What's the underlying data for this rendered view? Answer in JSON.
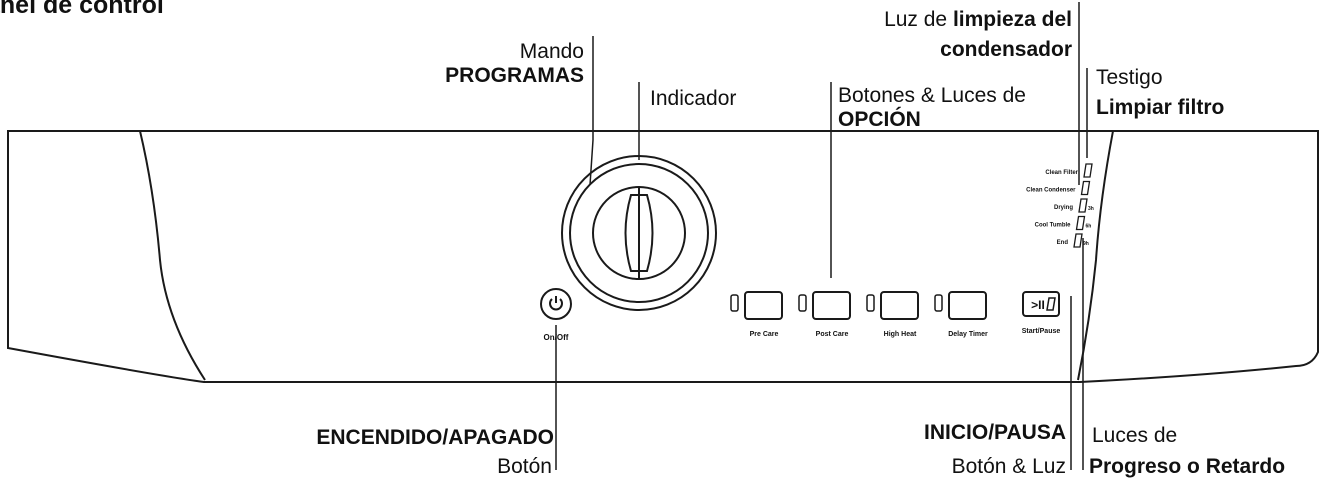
{
  "title": "anel de control",
  "callouts": {
    "mando_line1": "Mando",
    "mando_line2": "PROGRAMAS",
    "indicador": "Indicador",
    "opcion_line1": "Botones & Luces de",
    "opcion_line2": "OPCIÓN",
    "condensador_line1_prefix": "Luz de ",
    "condensador_line1_bold": "limpieza del",
    "condensador_line2": "condensador",
    "testigo_line1": "Testigo",
    "testigo_line2": "Limpiar filtro",
    "encendido_line1": "ENCENDIDO/APAGADO",
    "encendido_line2": "Botón",
    "inicio_line1": "INICIO/PAUSA",
    "inicio_line2": "Botón & Luz",
    "progreso_line1": "Luces de",
    "progreso_line2": "Progreso o Retardo"
  },
  "panel": {
    "power_label": "On/Off",
    "option_buttons": [
      "Pre Care",
      "Post Care",
      "High Heat",
      "Delay Timer"
    ],
    "start_label": "Start/Pause",
    "start_symbol": ">II",
    "status_lights": [
      {
        "label": "Clean Filter",
        "suffix": ""
      },
      {
        "label": "Clean Condenser",
        "suffix": ""
      },
      {
        "label": "Drying",
        "suffix": "3h"
      },
      {
        "label": "Cool Tumble",
        "suffix": "6h"
      },
      {
        "label": "End",
        "suffix": "9h"
      }
    ]
  }
}
